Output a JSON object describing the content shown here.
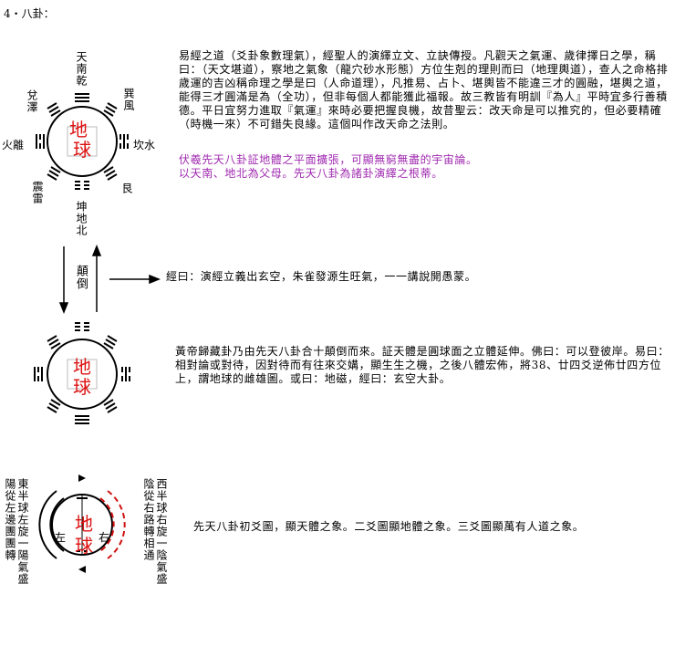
{
  "title": "4・八卦：",
  "diagram1": {
    "center_top": "地",
    "center_bottom": "球",
    "south": "天南乾",
    "southeast": "巽風",
    "east": "坎水",
    "northeast": "艮",
    "north": "坤地北",
    "northwest": "震雷",
    "west": "火離",
    "southwest": "兌澤"
  },
  "flip_label": "顛倒",
  "paragraph1": "易經之道（爻卦象數理氣），經聖人的演繹立文、立訣傳授。凡觀天之氣運、歲律擇日之學，稱曰：（天文堪道），察地之氣象（龍穴砂水形態）方位生剋的理則而曰（地理輿道），查人之命格排歲運的吉凶稱命理之學是曰（人命道理），凡推易、占卜、堪輿皆不能違三才的圓融，堪輿之道，能得三才圓滿是為（全功），但非每個人都能獲此福報。故三教皆有明訓『為人』平時宜多行善積德。平日宜努力進取『氣運』來時必要把握良機，故昔聖云：改天命是可以推究的，但必要精確（時機一來）不可錯失良緣。這個叫作改天命之法則。",
  "paragraph2_line1": "伏羲先天八卦証地體之平面擴張，可顯無窮無盡的宇宙論。",
  "paragraph2_line2": "以天南、地北為父母。先天八卦為諸卦演繹之根蒂。",
  "arrow_text": "經曰：演經立義出玄空，朱雀發源生旺氣，一一講說開愚蒙。",
  "diagram2": {
    "center_top": "地",
    "center_bottom": "球"
  },
  "paragraph3": "黃帝歸藏卦乃由先天八卦合十顛倒而來。証天體是圓球面之立體延伸。佛曰：可以登彼岸。易曰：相對論或對待，因對待而有往來交媾，顯生生之機，之後八體宏佈，將38、廿四爻逆佈廿四方位上，謂地球的雌雄圖。或曰：地磁，經曰：玄空大卦。",
  "diagram3": {
    "center_top": "地",
    "center_bottom": "球",
    "left": "左",
    "right": "右",
    "left_col1": "東半球左旋一陽氣盛",
    "left_col2": "陽從左邊團團轉",
    "right_col1": "西半球右旋一陰氣盛",
    "right_col2": "陰從右路轉相通"
  },
  "paragraph4": "先天八卦初爻圖，顯天體之象。二爻圖顯地體之象。三爻圖顯萬有人道之象。",
  "colors": {
    "purple": "#a02ab0",
    "red": "#d11111"
  }
}
